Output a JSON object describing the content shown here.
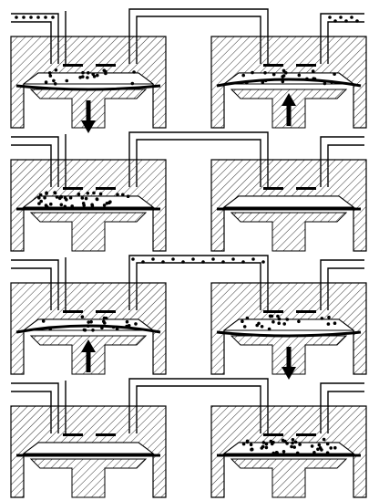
{
  "figure": {
    "stages": [
      {
        "id": "stage-1",
        "left": {
          "bulge": "down",
          "particles": "chamber",
          "arrow": "down"
        },
        "right": {
          "bulge": "up",
          "particles": "chamber",
          "arrow": "up"
        },
        "particles_in_tube": "both-inlets"
      },
      {
        "id": "stage-2",
        "left": {
          "bulge": "none",
          "particles": "full-chamber",
          "arrow": "none"
        },
        "right": {
          "bulge": "none",
          "particles": "none",
          "arrow": "none"
        },
        "particles_in_tube": "none"
      },
      {
        "id": "stage-3",
        "left": {
          "bulge": "up",
          "particles": "chamber",
          "arrow": "up"
        },
        "right": {
          "bulge": "down",
          "particles": "chamber",
          "arrow": "down"
        },
        "particles_in_tube": "bridge"
      },
      {
        "id": "stage-4",
        "left": {
          "bulge": "none",
          "particles": "none",
          "arrow": "none"
        },
        "right": {
          "bulge": "none",
          "particles": "full-chamber",
          "arrow": "none"
        },
        "particles_in_tube": "none"
      }
    ],
    "colors": {
      "line": "#000000",
      "fill": "#ffffff",
      "hatch": "#333333"
    }
  }
}
